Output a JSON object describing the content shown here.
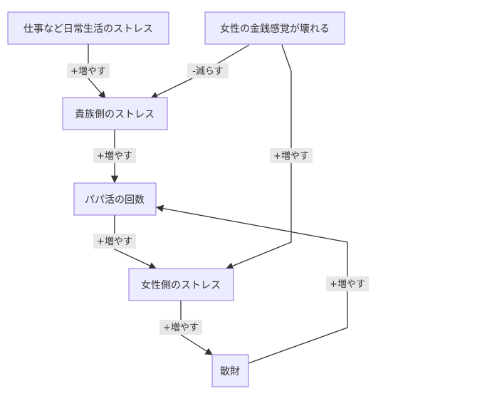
{
  "nodes": {
    "work_stress": "仕事など日常生活のストレス",
    "money_sense": "女性の金銭感覚が壊れる",
    "noble_stress": "貴族側のストレス",
    "papa_count": "パパ活の回数",
    "female_stress": "女性側のストレス",
    "spending": "散財"
  },
  "edge_labels": {
    "work_to_noble": "+増やす",
    "money_to_noble": "-減らす",
    "money_to_female": "+増やす",
    "noble_to_papa": "+増やす",
    "papa_to_female": "+増やす",
    "female_to_spending": "+増やす",
    "spending_to_papa": "+増やす"
  }
}
